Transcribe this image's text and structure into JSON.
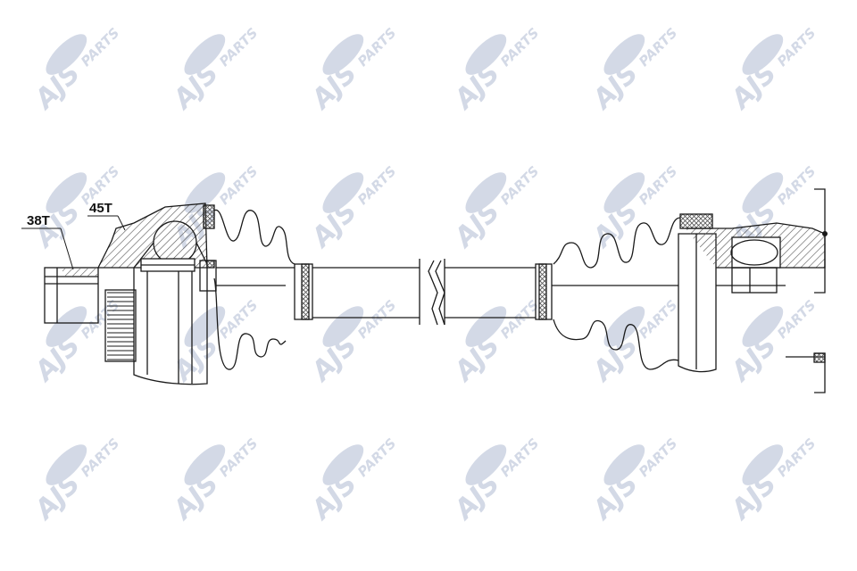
{
  "watermark": {
    "brand": "AJS",
    "suffix": "PARTS",
    "color": "#d3d9e6"
  },
  "labels": {
    "spline_outer": "38T",
    "spline_inner": "45T"
  },
  "colors": {
    "line": "#1a1a1a",
    "hatch": "#555555"
  }
}
